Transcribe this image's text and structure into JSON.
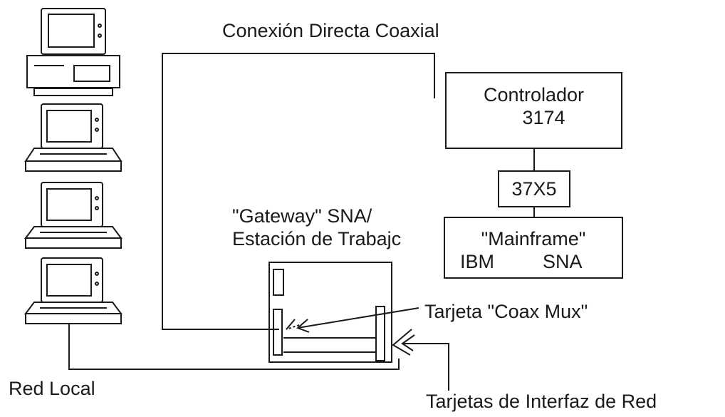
{
  "diagram": {
    "title": "Conexión Directa Coaxial",
    "controller": {
      "line1": "Controlador",
      "line2": "3174"
    },
    "fep": {
      "label": "37X5"
    },
    "mainframe": {
      "line1": "\"Mainframe\"",
      "line2a": "IBM",
      "line2b": "SNA"
    },
    "gateway": {
      "line1": "\"Gateway\" SNA/",
      "line2": "Estación de Trabajc"
    },
    "coax_card": {
      "label": "Tarjeta \"Coax Mux\""
    },
    "lan": {
      "label": "Red Local"
    },
    "nic": {
      "label": "Tarjetas de Interfaz de Red"
    },
    "stroke_color": "#1a1a1a"
  }
}
